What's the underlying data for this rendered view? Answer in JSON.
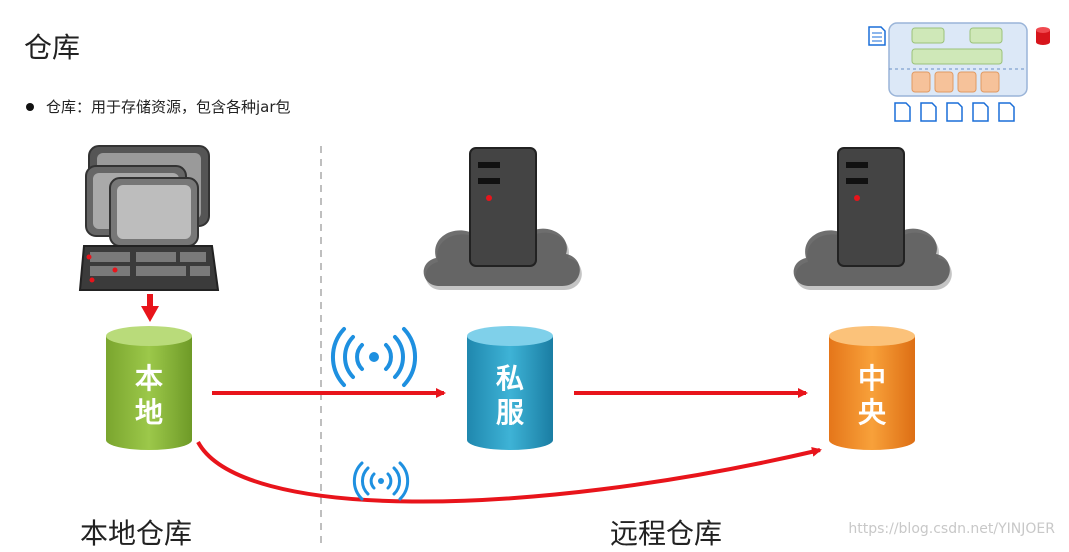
{
  "page": {
    "title": "仓库",
    "bullet": "仓库：用于存储资源，包含各种jar包"
  },
  "nodes": {
    "local": {
      "line1": "本",
      "line2": "地",
      "color": "#8DB63C"
    },
    "private": {
      "line1": "私",
      "line2": "服",
      "color": "#2E9DC1"
    },
    "central": {
      "line1": "中",
      "line2": "央",
      "color": "#F08A24"
    }
  },
  "labels": {
    "local_repo": "本地仓库",
    "remote_repo": "远程仓库"
  },
  "watermark": "https://blog.csdn.net/YINJOER",
  "colors": {
    "arrow": "#E8141B",
    "wifi": "#1E90E0",
    "divider": "#bfbfbf"
  }
}
